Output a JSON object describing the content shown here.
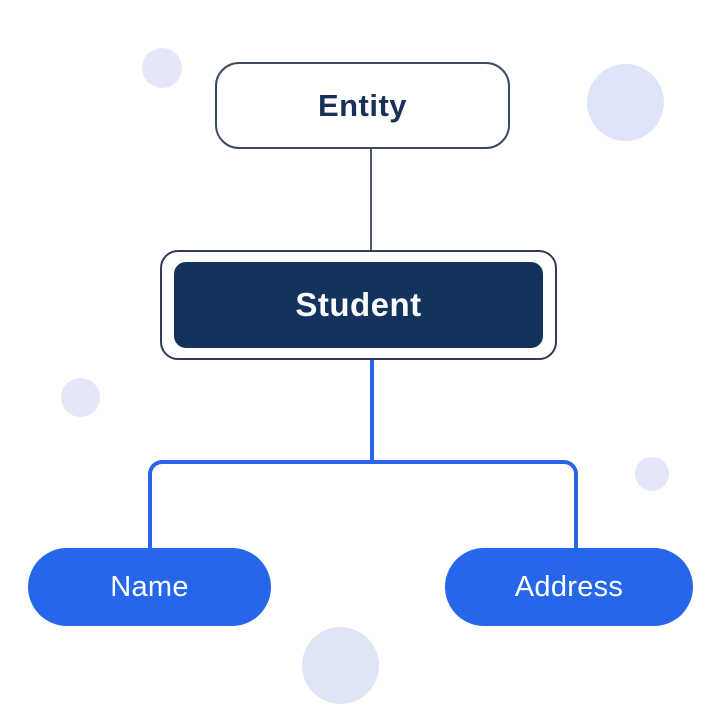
{
  "diagram": {
    "root": {
      "label": "Entity"
    },
    "middle": {
      "label": "Student"
    },
    "attributes": [
      {
        "label": "Name"
      },
      {
        "label": "Address"
      }
    ]
  },
  "colors": {
    "accent_blue": "#2566EB",
    "connector_blue": "#2B63E9",
    "navy_fill": "#14335C",
    "dark_outline": "#3B4A63",
    "dark_text": "#1B3057",
    "decor_lavender": "#E3E7F8",
    "background": "#FFFFFF"
  }
}
